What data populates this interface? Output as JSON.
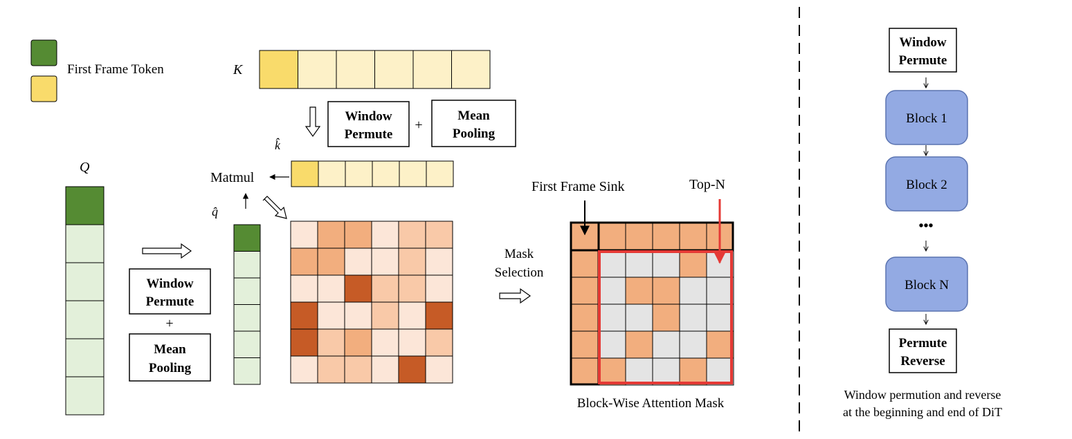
{
  "legend": {
    "first_frame_token": "First Frame Token",
    "swatch_colors": [
      "#558b33",
      "#f9db6b"
    ]
  },
  "labels": {
    "k": "K",
    "q": "Q",
    "k_hat": "k̂",
    "q_hat": "q̂",
    "matmul": "Matmul",
    "first_frame_sink": "First Frame Sink",
    "top_n": "Top-N",
    "mask_selection_line1": "Mask",
    "mask_selection_line2": "Selection",
    "block_wise_attention_mask": "Block-Wise Attention Mask",
    "plus": "+"
  },
  "boxes": {
    "window_permute_line1": "Window",
    "window_permute_line2": "Permute",
    "mean_pooling_line1": "Mean",
    "mean_pooling_line2": "Pooling"
  },
  "pipeline": {
    "top_box_line1": "Window",
    "top_box_line2": "Permute",
    "blocks": [
      "Block 1",
      "Block 2",
      "Block N"
    ],
    "ellipsis": "•••",
    "bottom_box_line1": "Permute",
    "bottom_box_line2": "Reverse",
    "caption_line1": "Window permution and reverse",
    "caption_line2": "at  the beginning and end of DiT"
  },
  "attention_matrix": {
    "levels": [
      [
        0,
        2,
        2,
        0,
        1,
        1
      ],
      [
        2,
        2,
        0,
        0,
        1,
        0
      ],
      [
        0,
        0,
        3,
        1,
        1,
        0
      ],
      [
        3,
        0,
        0,
        1,
        0,
        3
      ],
      [
        3,
        1,
        2,
        0,
        0,
        1
      ],
      [
        0,
        1,
        1,
        0,
        3,
        0
      ]
    ],
    "colors": [
      "#fce6d8",
      "#f9c9a8",
      "#f2ae7e",
      "#c65b26"
    ]
  },
  "mask_matrix": {
    "selected": [
      [
        1,
        1,
        1,
        1,
        1,
        1
      ],
      [
        1,
        0,
        0,
        0,
        1,
        0
      ],
      [
        1,
        0,
        1,
        1,
        0,
        0
      ],
      [
        1,
        0,
        0,
        1,
        0,
        0
      ],
      [
        1,
        0,
        1,
        0,
        0,
        1
      ],
      [
        1,
        1,
        0,
        0,
        1,
        0
      ]
    ],
    "colors": {
      "selected": "#f2ae7e",
      "unselected": "#e4e4e4"
    }
  },
  "colors": {
    "first_token_green": "#558b33",
    "token_green_light": "#e3f0da",
    "first_token_yellow": "#f9db6b",
    "token_yellow_light": "#fdf1c8",
    "block_fill": "#93aae3",
    "block_stroke": "#5a73b0",
    "highlight_red": "#e53935"
  }
}
